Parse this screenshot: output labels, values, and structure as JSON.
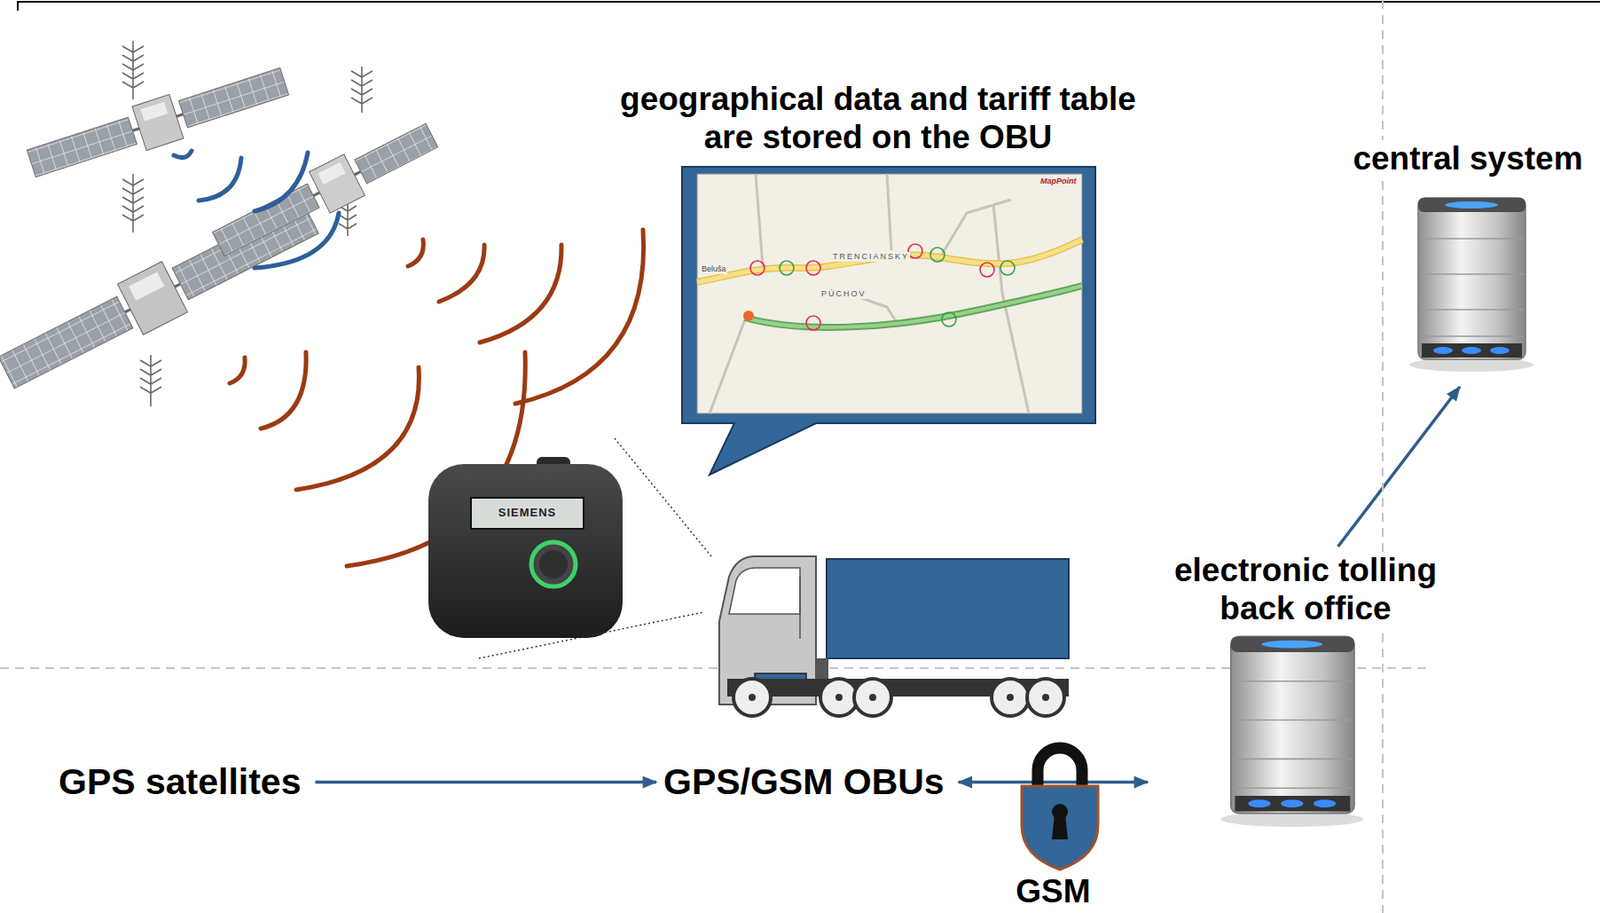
{
  "diagram": {
    "nodes": [
      {
        "text": [
          "GPS satellites"
        ]
      },
      {
        "text": [
          "GPS/GSM OBUs"
        ]
      },
      {
        "text": [
          "electronic tolling back office"
        ]
      },
      {
        "text": [
          "central system"
        ]
      }
    ],
    "edges": [
      {
        "from": 0,
        "to": 1,
        "arrow": "to"
      },
      {
        "from": 1,
        "to": 2,
        "label": "GSM",
        "arrow": "both"
      },
      {
        "from": 2,
        "to": 3,
        "arrow": "to"
      }
    ],
    "labels": [
      "geographical data and tariff table are stored on the OBU",
      "SIEMENS",
      "MapPoint",
      "TRENCIANSKY",
      "PÚCHOV",
      "Beluša"
    ]
  }
}
